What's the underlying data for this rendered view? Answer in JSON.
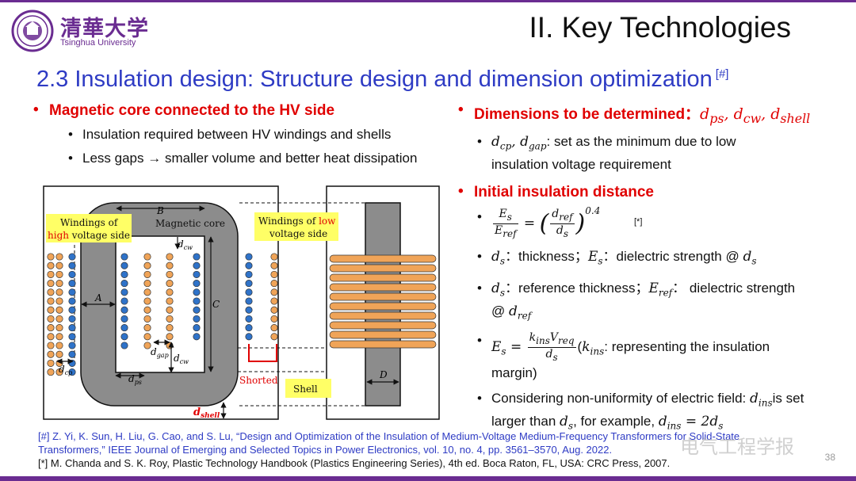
{
  "header": {
    "logo_cn": "清華大学",
    "logo_en": "Tsinghua University",
    "slide_title": "II. Key Technologies"
  },
  "section": {
    "title": "2.3 Insulation design: Structure design and dimension optimization",
    "ref_mark": "[#]"
  },
  "left": {
    "heading": "Magnetic core connected to the HV side",
    "items": [
      "Insulation required between HV windings and shells",
      "Less gaps → smaller volume and better heat dissipation"
    ]
  },
  "right": {
    "dims_heading": "Dimensions to be determined：",
    "dims_symbols": "dps, dcw, dshell",
    "dims_item_tail": ": set as the minimum due to low insulation voltage requirement",
    "init_heading": "Initial insulation distance",
    "formula_ref": "[*]",
    "formula_exp": "0.4",
    "item_ds": "：thickness；",
    "item_ds_tail": "：dielectric strength @",
    "item_dref": "：reference thickness；",
    "item_dref_tail": "：  dielectric strength @",
    "item_es_tail": "representing the insulation margin)",
    "item_nonuni": "Considering non-uniformity of electric field:",
    "item_nonuni_mid": "is set larger than",
    "item_nonuni_tail": ", for example,"
  },
  "diagram": {
    "label_hv": "Windings of",
    "label_hv2": "high voltage side",
    "label_core": "Magnetic core",
    "label_lv": "Windings of low",
    "label_lv2": "voltage side",
    "label_B": "B",
    "label_A": "A",
    "label_C": "C",
    "label_D": "D",
    "label_dcw": "dcw",
    "label_dgap": "dgap",
    "label_dcp": "dcp",
    "label_dps": "dps",
    "label_shorted": "Shorted",
    "label_shell": "Shell",
    "label_dshell": "dshell"
  },
  "refs": {
    "line1": "[#] Z. Yi, K. Sun, H. Liu, G. Cao, and S. Lu, “Design and Optimization of the Insulation of Medium-Voltage Medium-Frequency Transformers for Solid-State",
    "line2": "Transformers,” IEEE Journal of Emerging and Selected Topics in Power Electronics, vol. 10, no. 4, pp. 3561–3570, Aug. 2022.",
    "line3": "[*] M. Chanda and S. K. Roy, Plastic Technology Handbook (Plastics Engineering Series), 4th ed. Boca Raton, FL, USA: CRC Press, 2007."
  },
  "page_number": "38",
  "watermark": "电气工程学报",
  "colors": {
    "accent_purple": "#6a2c91",
    "title_blue": "#2e3bc4",
    "heading_red": "#e00000",
    "winding_orange": "#f0a458",
    "winding_blue": "#2f73c9",
    "core_gray": "#8c8c8c",
    "label_yellow": "#ffff66"
  }
}
